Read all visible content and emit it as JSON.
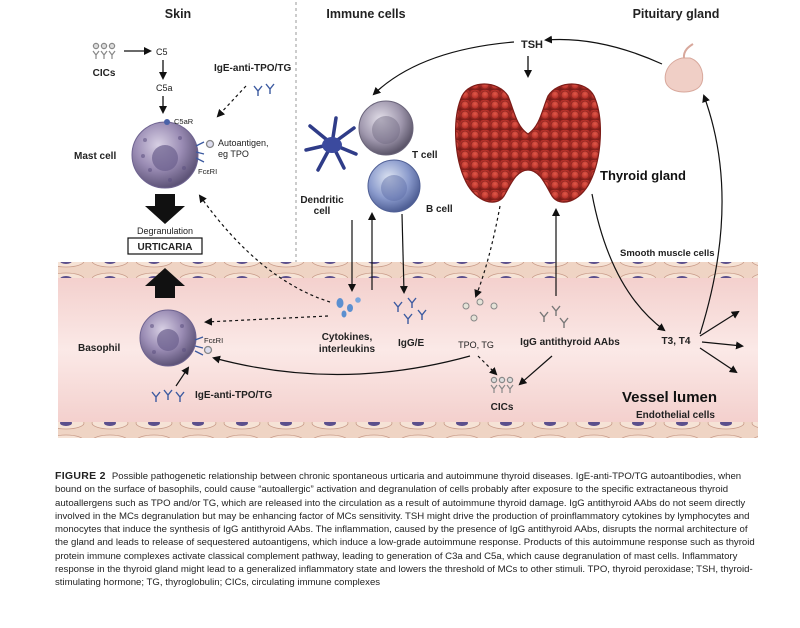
{
  "headers": {
    "skin": "Skin",
    "immune": "Immune cells",
    "pituitary": "Pituitary gland"
  },
  "labels": {
    "cics_top": "CICs",
    "c5": "C5",
    "c5a": "C5a",
    "c5ar": "C5aR",
    "ige_top": "IgE-anti-TPO/TG",
    "autoantigen_1": "Autoantigen,",
    "autoantigen_2": "eg TPO",
    "fceri_mast": "FcεRI",
    "mast_cell": "Mast cell",
    "degranulation": "Degranulation",
    "urticaria": "URTICARIA",
    "basophil": "Basophil",
    "fceri_baso": "FcεRI",
    "ige_bottom": "IgE-anti-TPO/TG",
    "dendritic_1": "Dendritic",
    "dendritic_2": "cell",
    "t_cell": "T cell",
    "b_cell": "B cell",
    "tsh": "TSH",
    "thyroid_gland": "Thyroid gland",
    "smooth_muscle": "Smooth muscle cells",
    "cytokines_1": "Cytokines,",
    "cytokines_2": "interleukins",
    "igg_e": "IgG/E",
    "tpo_tg": "TPO, TG",
    "igg_aabs": "IgG antithyroid AAbs",
    "t3t4": "T3, T4",
    "cics_bottom": "CICs",
    "vessel_lumen": "Vessel lumen",
    "endothelial": "Endothelial cells"
  },
  "caption": {
    "label": "FIGURE 2",
    "text": "Possible pathogenetic relationship between chronic spontaneous urticaria and autoimmune thyroid diseases. IgE-anti-TPO/TG autoantibodies, when bound on the surface of basophils, could cause “autoallergic” activation and degranulation of cells probably after exposure to the specific extractaneous thyroid autoallergens such as TPO and/or TG, which are released into the circulation as a result of autoimmune thyroid damage. IgG antithyroid AAbs do not seem directly involved in the MCs degranulation but may be enhancing factor of MCs sensitivity. TSH might drive the production of proinflammatory cytokines by lymphocytes and monocytes that induce the synthesis of IgG antithyroid AAbs. The inflammation, caused by the presence of IgG antithyroid AAbs, disrupts the normal architecture of the gland and leads to release of sequestered autoantigens, which induce a low-grade autoimmune response. Products of this autoimmune response such as thyroid protein immune complexes activate classical complement pathway, leading to generation of C3a and C5a, which cause degranulation of mast cells. Inflammatory response in the thyroid gland might lead to a generalized inflammatory state and lowers the threshold of MCs to other stimuli. TPO, thyroid peroxidase; TSH, thyroid-stimulating hormone; TG, thyroglobulin; CICs, circulating immune complexes"
  },
  "colors": {
    "vessel": "#f6d9d6",
    "endothelium": "#f1d6c4",
    "cell_purple": "#8e7fa8",
    "thyroid": "#c0392b",
    "pituitary": "#f2d4cc"
  }
}
